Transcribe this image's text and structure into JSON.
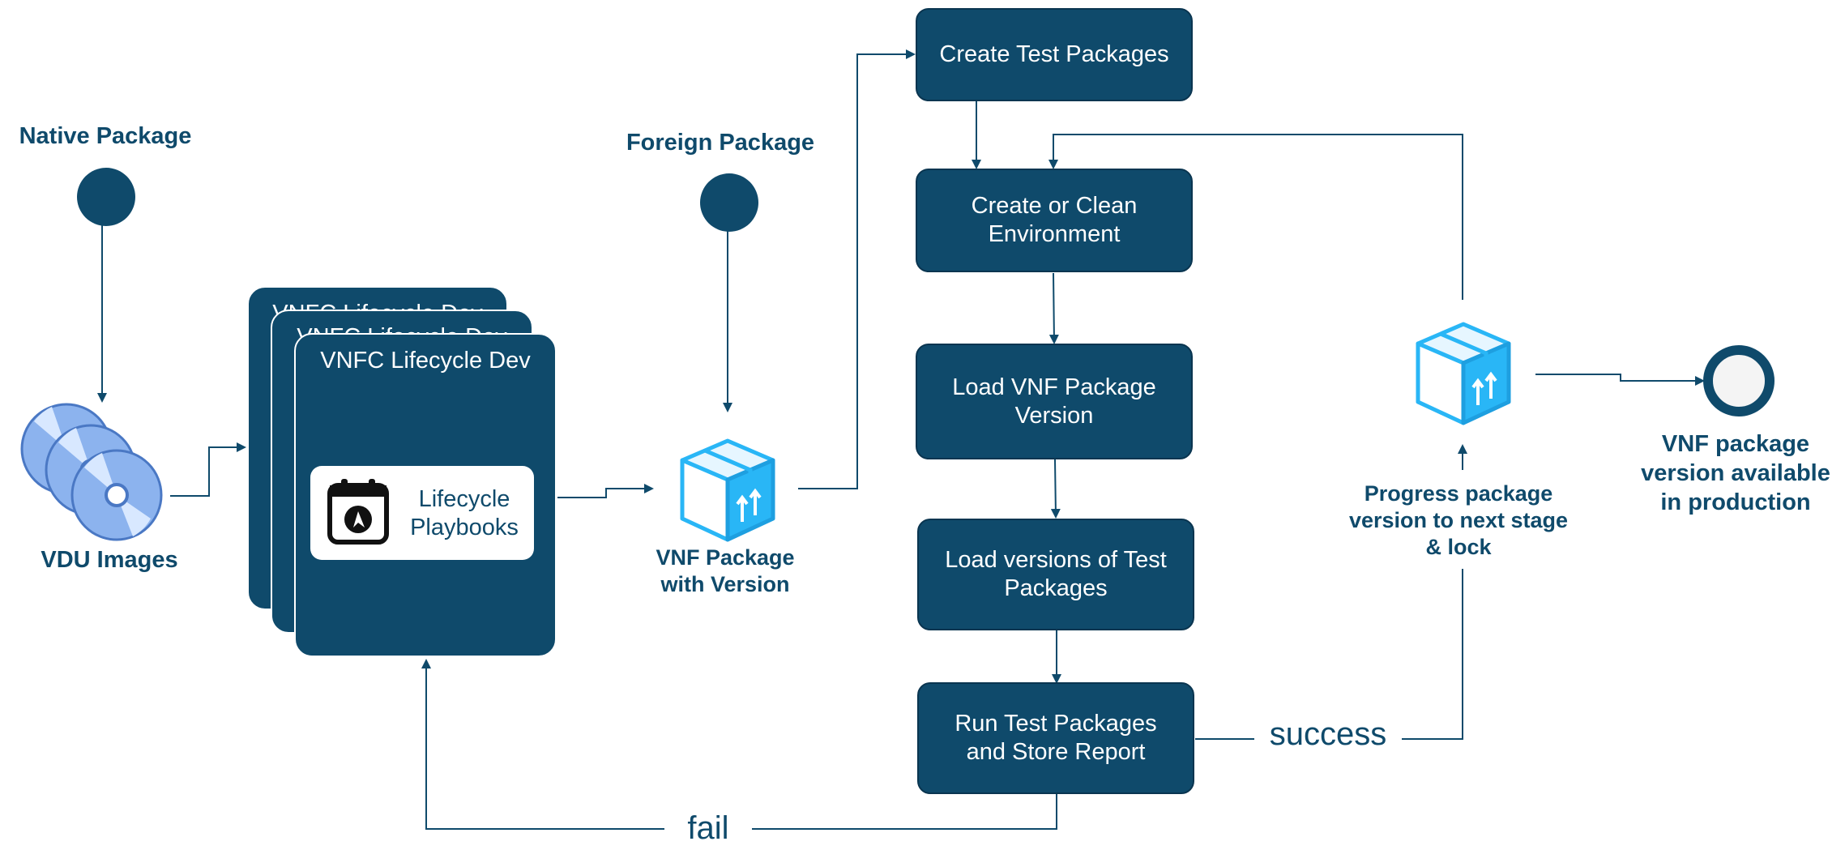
{
  "native_package": {
    "label": "Native Package"
  },
  "vdu_images": {
    "label": "VDU Images"
  },
  "lifecycle_stack": {
    "back_title_1": "VNFC Lifecycle Dev",
    "back_title_2": "VNFC Lifecycle Dev",
    "front_title": "VNFC Lifecycle Dev",
    "playbooks_line1": "Lifecycle",
    "playbooks_line2": "Playbooks"
  },
  "foreign_package": {
    "label": "Foreign Package"
  },
  "vnf_package": {
    "line1": "VNF Package",
    "line2": "with Version"
  },
  "steps": {
    "create_test": "Create Test Packages",
    "create_env_line1": "Create or Clean",
    "create_env_line2": "Environment",
    "load_vnf_line1": "Load VNF Package",
    "load_vnf_line2": "Version",
    "load_versions_line1": "Load versions of Test",
    "load_versions_line2": "Packages",
    "run_tests_line1": "Run Test Packages",
    "run_tests_line2": "and Store Report"
  },
  "edges": {
    "success": "success",
    "fail": "fail"
  },
  "progress": {
    "line1": "Progress package",
    "line2": "version to next stage",
    "line3": "& lock"
  },
  "production": {
    "line1": "VNF package",
    "line2": "version available",
    "line3": "in production"
  },
  "colors": {
    "primary": "#0f4a6b",
    "disc": "#7fa8e8",
    "package_icon": "#29b6f6"
  },
  "icons": [
    "disc-icon",
    "package-box-icon",
    "calendar-ansible-icon",
    "start-node-icon",
    "end-node-icon"
  ]
}
